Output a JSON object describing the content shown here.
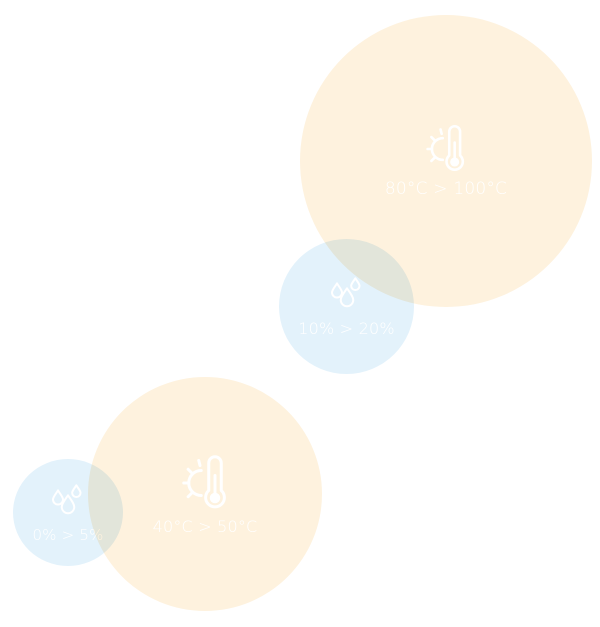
{
  "bubbles": [
    {
      "kind": "temperature",
      "icon": "thermometer-sun-icon",
      "range": "80°C > 100°C"
    },
    {
      "kind": "humidity",
      "icon": "water-drops-icon",
      "range": "10% > 20%"
    },
    {
      "kind": "temperature",
      "icon": "thermometer-sun-icon",
      "range": "40°C > 50°C"
    },
    {
      "kind": "humidity",
      "icon": "water-drops-icon",
      "range": "0% > 5%"
    }
  ],
  "colors": {
    "temperature_fill": "#fef2de",
    "humidity_fill": "#e3f2fb",
    "text": "#ffffff"
  }
}
